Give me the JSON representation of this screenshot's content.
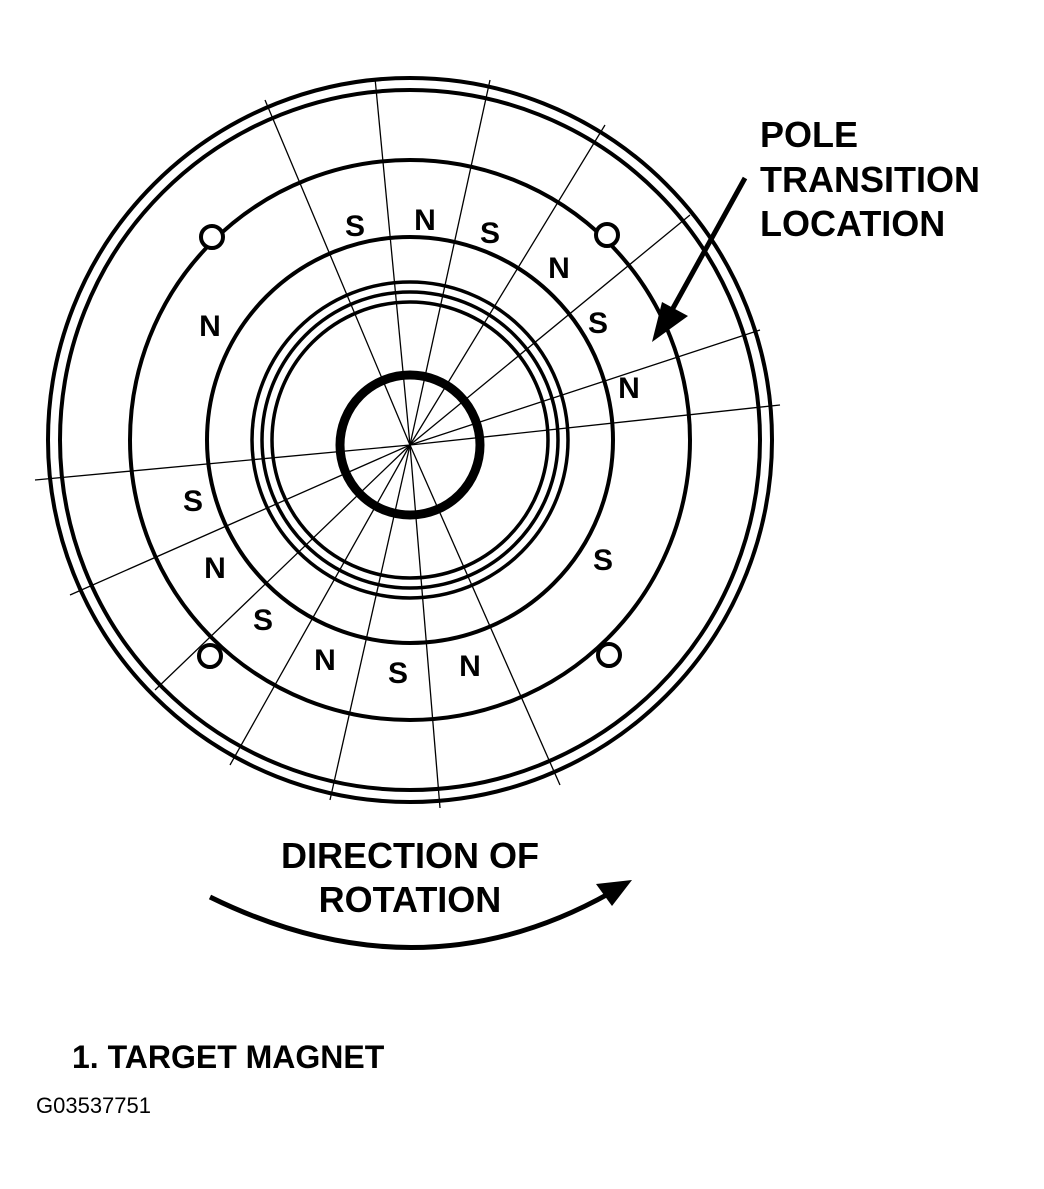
{
  "callout": {
    "line1": "POLE",
    "line2": "TRANSITION",
    "line3": "LOCATION"
  },
  "rotation": {
    "line1": "DIRECTION OF",
    "line2": "ROTATION"
  },
  "legend": {
    "item1": "1. TARGET MAGNET"
  },
  "figure_id": "G03537751",
  "poles": [
    {
      "label": "S"
    },
    {
      "label": "N"
    },
    {
      "label": "S"
    },
    {
      "label": "N"
    },
    {
      "label": "S"
    },
    {
      "label": "N"
    },
    {
      "label": "N"
    },
    {
      "label": "S"
    },
    {
      "label": "N"
    },
    {
      "label": "S"
    },
    {
      "label": "N"
    },
    {
      "label": "S"
    },
    {
      "label": "N"
    },
    {
      "label": "S"
    }
  ]
}
